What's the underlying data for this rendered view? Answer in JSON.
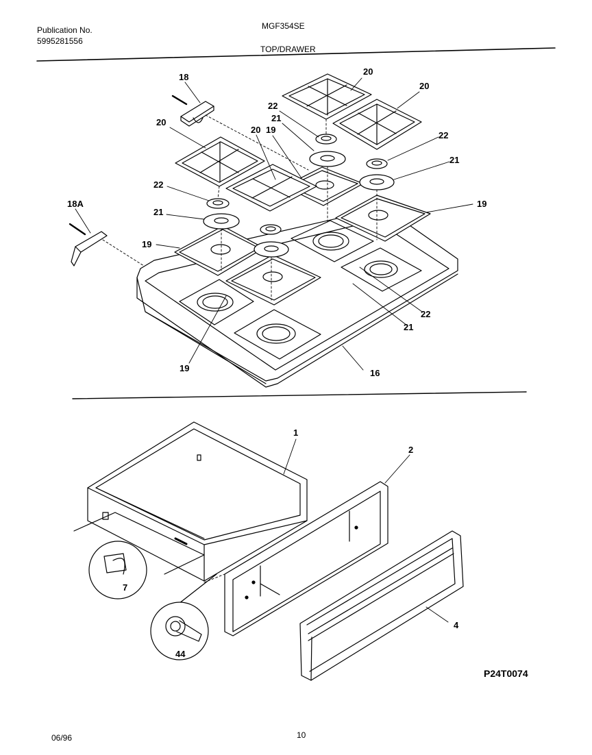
{
  "header": {
    "publication_label": "Publication No.",
    "publication_number": "5995281556",
    "model": "MGF354SE",
    "section": "TOP/DRAWER"
  },
  "footer": {
    "date": "06/96",
    "page": "10",
    "figure_code": "P24T0074"
  },
  "top_callouts": {
    "c18": "18",
    "c18a": "18A",
    "c20_a": "20",
    "c20_b": "20",
    "c20_c": "20",
    "c20_d": "20",
    "c19_a": "19",
    "c19_b": "19",
    "c19_c": "19",
    "c19_d": "19",
    "c21_a": "21",
    "c21_b": "21",
    "c21_c": "21",
    "c21_d": "21",
    "c22_a": "22",
    "c22_b": "22",
    "c22_c": "22",
    "c22_d": "22",
    "c16": "16"
  },
  "drawer_callouts": {
    "c1": "1",
    "c2": "2",
    "c4": "4",
    "c7": "7",
    "c44": "44"
  }
}
